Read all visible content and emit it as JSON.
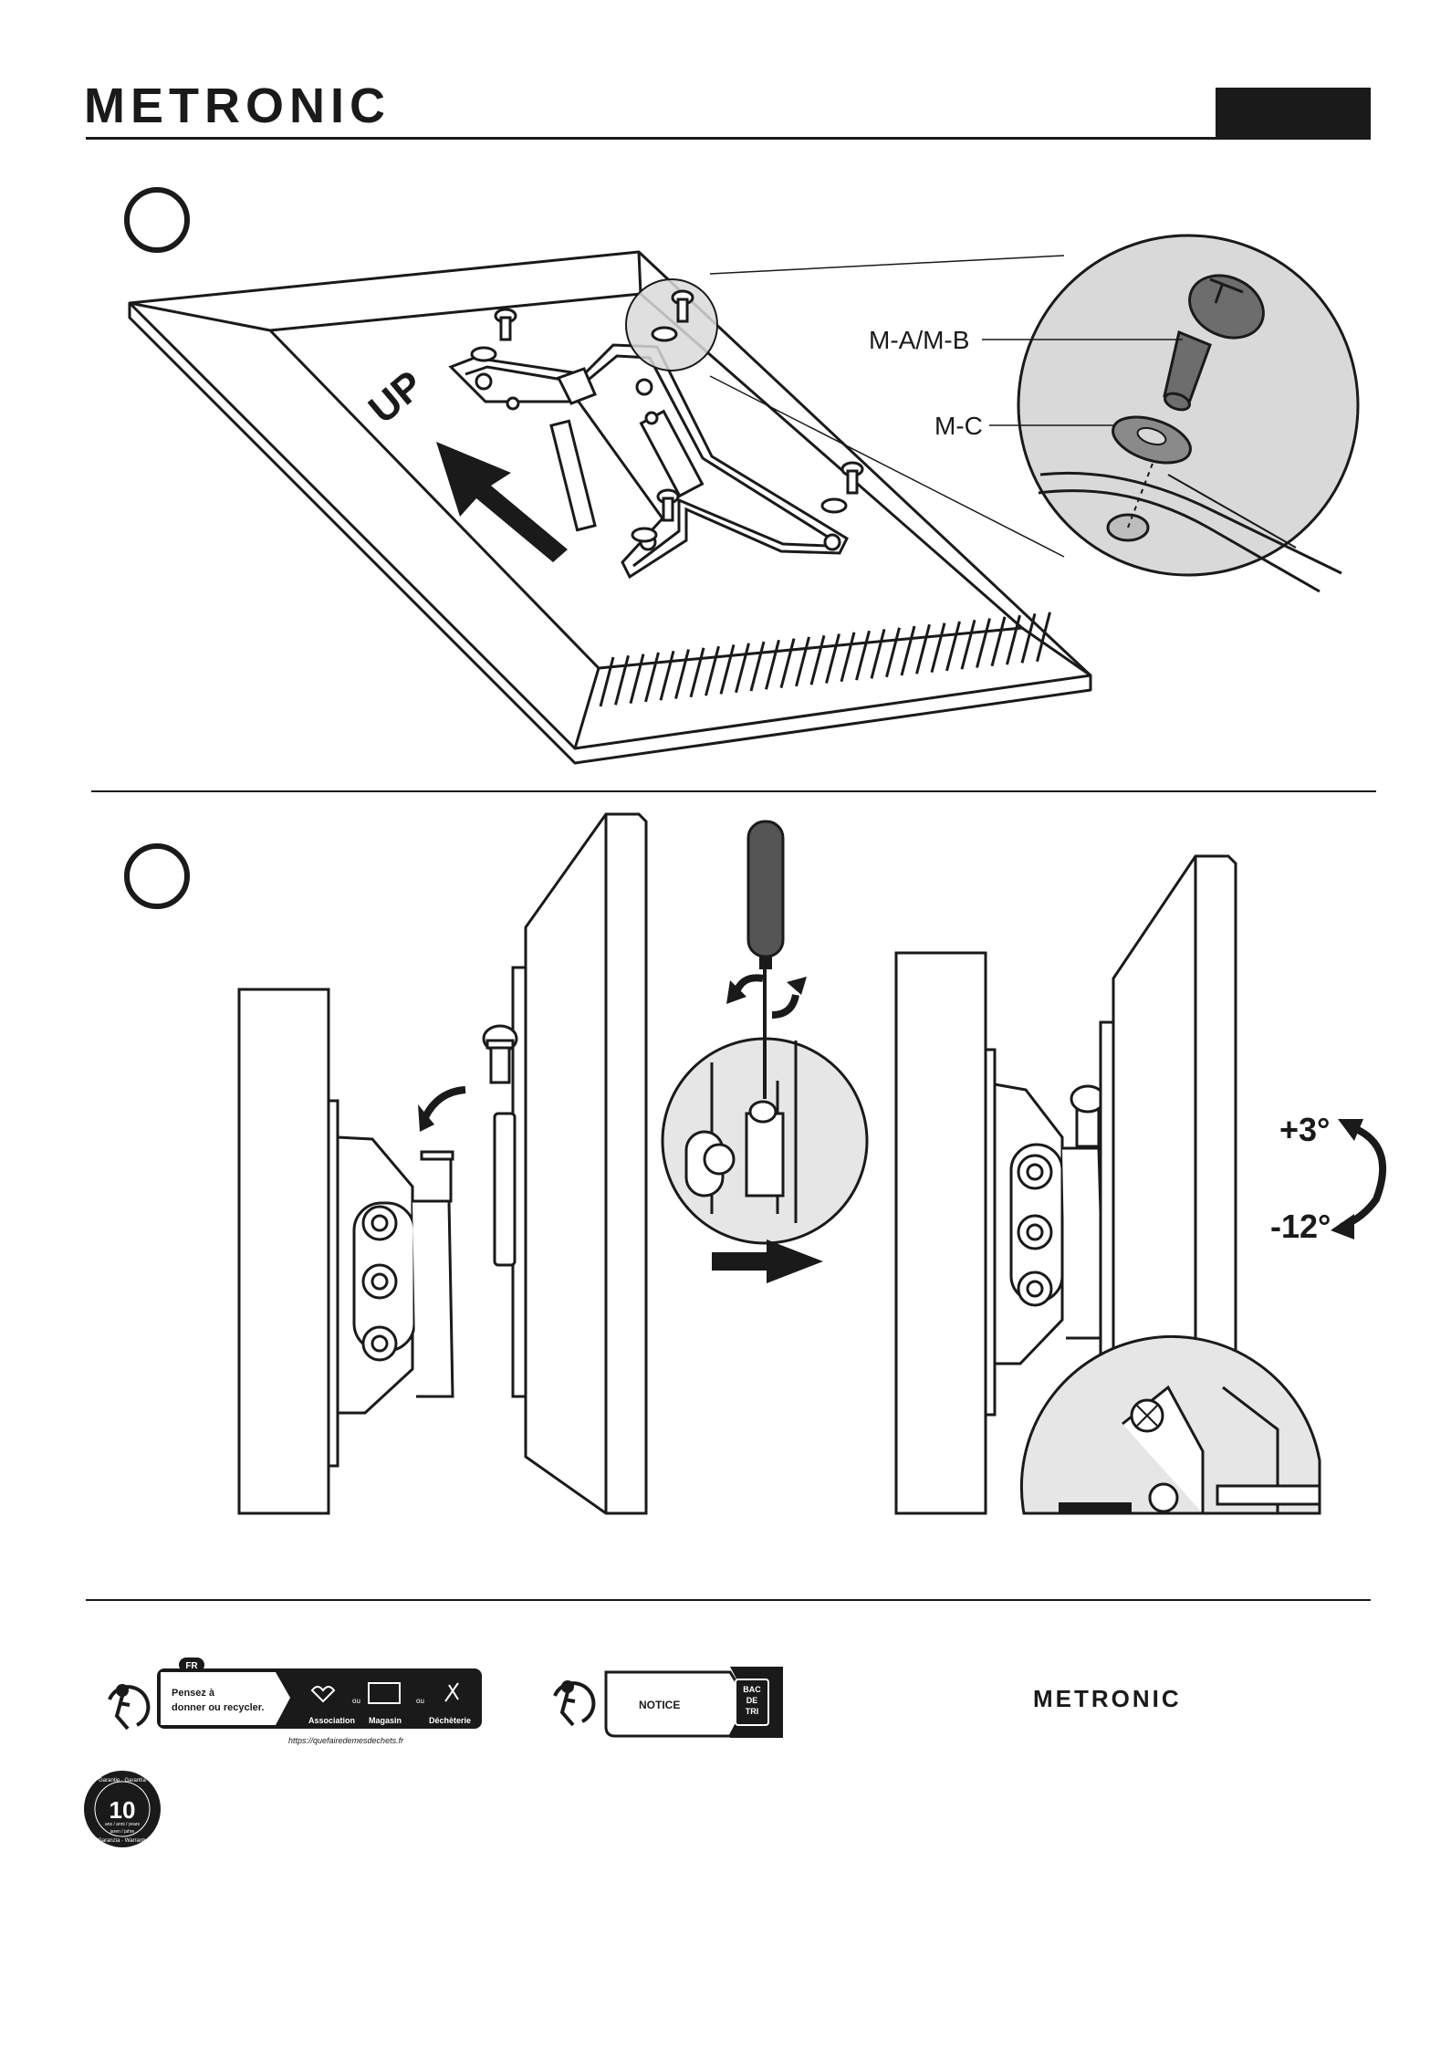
{
  "header": {
    "brand": "METRONIC"
  },
  "step1": {
    "up_label": "UP",
    "screw_label": "M-A/M-B",
    "washer_label": "M-C"
  },
  "step2": {
    "tilt_up": "+3°",
    "tilt_down": "-12°"
  },
  "footer": {
    "fr_badge": "FR",
    "recycle_line1": "Pensez à",
    "recycle_line2": "donner ou recycler.",
    "option1": "Association",
    "option2": "Magasin",
    "option3": "Déchèterie",
    "ou1": "ou",
    "ou2": "ou",
    "url": "https://quefairedemesdechets.fr",
    "notice": "NOTICE",
    "bin_line1": "BAC",
    "bin_line2": "DE",
    "bin_line3": "TRI",
    "brand": "METRONIC",
    "warranty_number": "10",
    "warranty_ring_top": "Garantie · Garantía",
    "warranty_ring_bottom": "Garanzia · Warranty",
    "warranty_years": "ans / anni / years",
    "warranty_years2": "jaren / jahre"
  },
  "colors": {
    "ink": "#1a1a1a",
    "zoom_fill": "#d9d9d9",
    "screw_fill": "#6d6d6d"
  }
}
